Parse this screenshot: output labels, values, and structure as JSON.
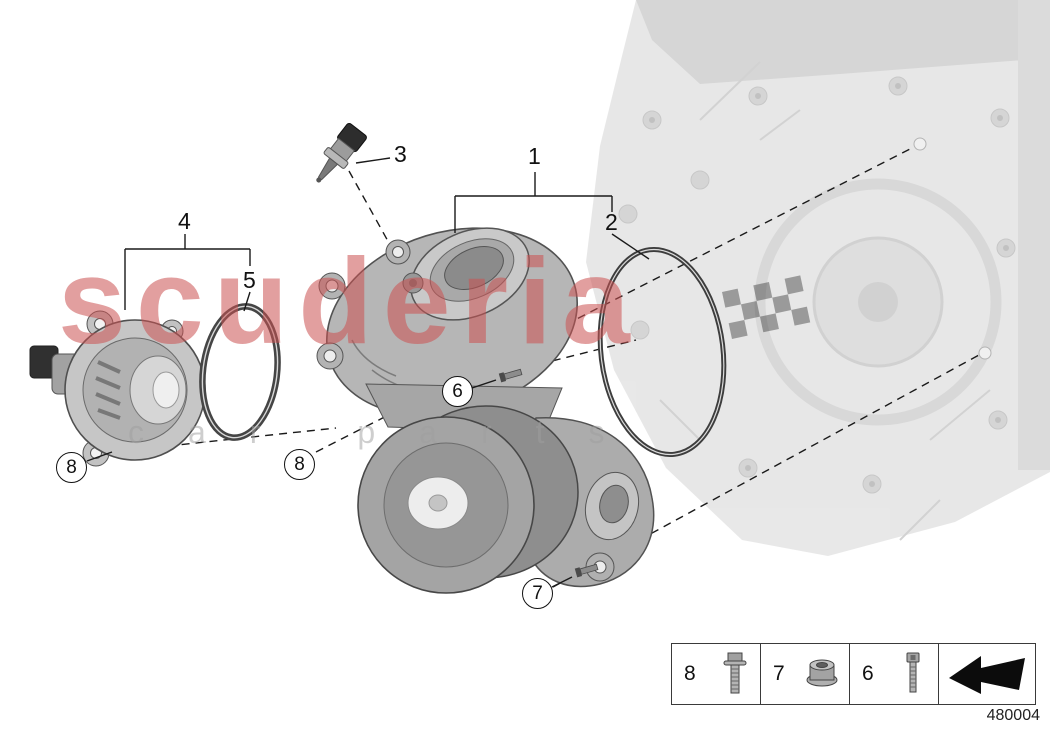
{
  "watermark": {
    "title": "scuderia",
    "subtitle": "car parts",
    "brand_color": "#cc5252"
  },
  "callouts": {
    "c1": "1",
    "c2": "2",
    "c3": "3",
    "c4": "4",
    "c5": "5",
    "c6": "6",
    "c7": "7",
    "c8_left": "8",
    "c8_mid": "8"
  },
  "legend": {
    "items": [
      {
        "label": "8",
        "icon": "flange-screw-icon"
      },
      {
        "label": "7",
        "icon": "flange-nut-icon"
      },
      {
        "label": "6",
        "icon": "socket-head-bolt-icon"
      }
    ],
    "arrow_icon": "installation-direction-arrow-icon"
  },
  "diagram_number": "480004"
}
